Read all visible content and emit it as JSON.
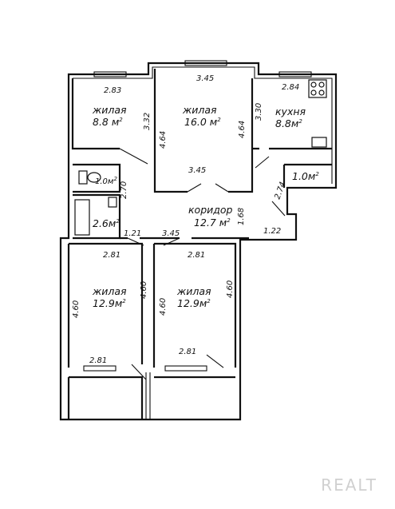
{
  "rooms": [
    {
      "id": "living-1",
      "name": "жилая",
      "area": "8.8 м",
      "sup": "2"
    },
    {
      "id": "living-2",
      "name": "жилая",
      "area": "16.0 м",
      "sup": "2"
    },
    {
      "id": "kitchen",
      "name": "кухня",
      "area": "8.8м",
      "sup": "2"
    },
    {
      "id": "corridor",
      "name": "коридор",
      "area": "12.7 м",
      "sup": "2"
    },
    {
      "id": "living-3",
      "name": "жилая",
      "area": "12.9м",
      "sup": "2"
    },
    {
      "id": "living-4",
      "name": "жилая",
      "area": "12.9м",
      "sup": "2"
    },
    {
      "id": "wc",
      "name": "",
      "area": "1.0м",
      "sup": "2"
    },
    {
      "id": "bath",
      "name": "",
      "area": "2.6м",
      "sup": "2"
    },
    {
      "id": "pantry",
      "name": "",
      "area": "1.0м",
      "sup": "2"
    }
  ],
  "dimensions": {
    "r1_top": "2.83",
    "r1_side": "3.32",
    "r1_left": "4.64",
    "r2_top": "3.45",
    "r2_right": "4.64",
    "r2_bottom": "3.45",
    "k_top": "2.84",
    "k_side": "3.30",
    "bath_h": "2.70",
    "pantry_diag": "2.74",
    "corr_h": "1.68",
    "corr_w": "3.45",
    "corr_a": "1.21",
    "corr_b": "1.22",
    "r3_top": "2.81",
    "r3_left": "4.60",
    "r3_right": "4.60",
    "r3_bottom": "2.81",
    "r4_top": "2.81",
    "r4_left": "4.60",
    "r4_right": "4.60",
    "r4_bottom": "2.81"
  },
  "watermark": "REALT"
}
